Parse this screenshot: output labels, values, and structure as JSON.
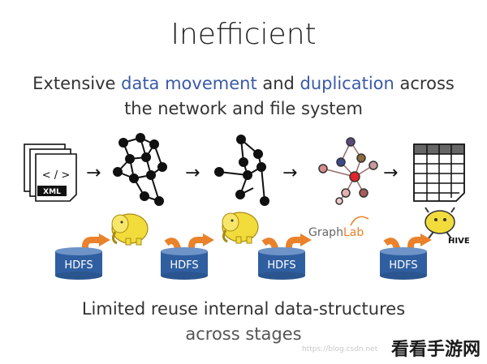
{
  "title": "Inefficient",
  "subtitle": {
    "line1_pre": "Extensive ",
    "line1_hl1": "data movement",
    "line1_mid": " and ",
    "line1_hl2": "duplication",
    "line1_post": " across",
    "line2": "the network and file system"
  },
  "xml_label": "XML",
  "code_glyph": "< / >",
  "arrow_glyph": "→",
  "hdfs_label": "HDFS",
  "graphlab_label": {
    "graph": "Graph",
    "lab": "Lab"
  },
  "hive_label": "HIVE",
  "footer": {
    "line1": "Limited reuse internal data-structures",
    "line2": "across stages"
  },
  "watermark": "看看手游网",
  "watermark_url": "https://blog.csdn.net",
  "colors": {
    "highlight": "#3a5aa8",
    "hdfs_fill": "#2f5fa0",
    "orange_arrow": "#e9822b",
    "hadoop_yellow": "#f2dc3c",
    "graph_red": "#e0242a"
  }
}
